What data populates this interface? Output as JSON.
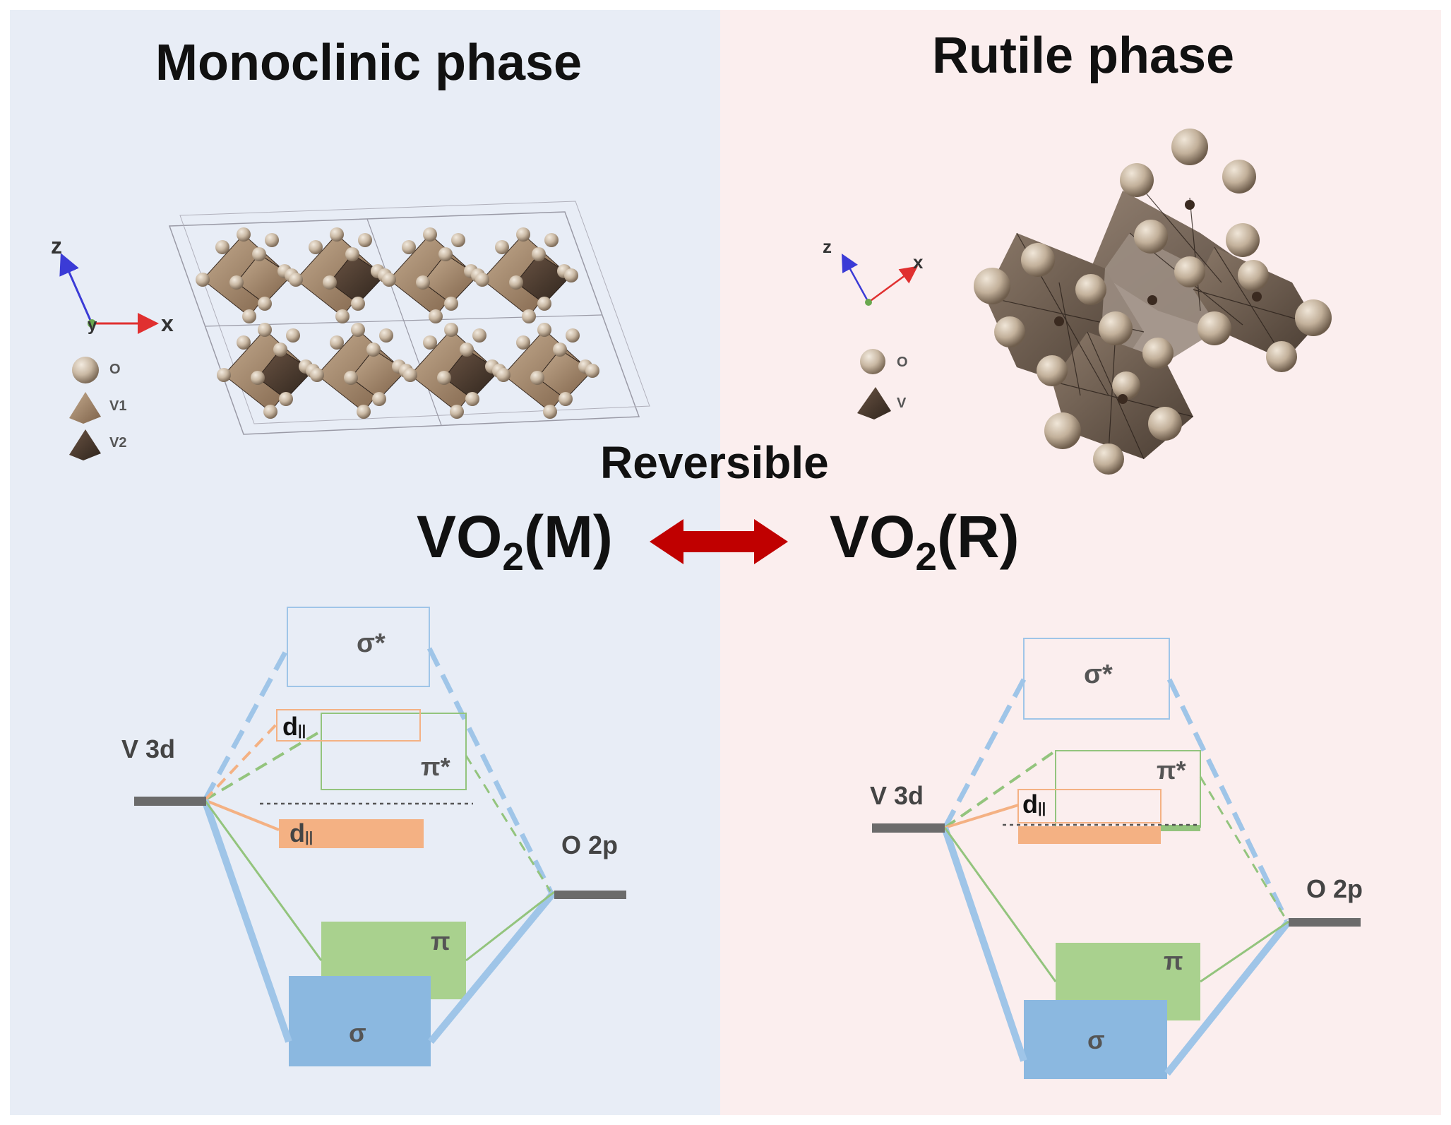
{
  "left": {
    "title": "Monoclinic phase",
    "formula_main": "VO",
    "formula_sub": "2",
    "formula_suffix": "(M)",
    "axes": {
      "z": "z",
      "x": "x",
      "y": "y"
    },
    "legend": [
      {
        "symbol": "sphere",
        "label": "O"
      },
      {
        "symbol": "tetra-light",
        "label": "V1"
      },
      {
        "symbol": "tetra-dark",
        "label": "V2"
      }
    ],
    "band": {
      "v3d": "V 3d",
      "o2p": "O 2p",
      "sigma_star": "σ*",
      "d_par_upper": "d",
      "d_par_upper_sub": "||",
      "pi_star": "π*",
      "d_par_lower": "d",
      "d_par_lower_sub": "||",
      "pi": "π",
      "sigma": "σ"
    }
  },
  "right": {
    "title": "Rutile phase",
    "formula_main": "VO",
    "formula_sub": "2",
    "formula_suffix": "(R)",
    "axes": {
      "z": "z",
      "x": "x"
    },
    "legend": [
      {
        "symbol": "sphere",
        "label": "O"
      },
      {
        "symbol": "tetra-dark",
        "label": "V"
      }
    ],
    "band": {
      "v3d": "V 3d",
      "o2p": "O 2p",
      "sigma_star": "σ*",
      "pi_star": "π*",
      "d_par": "d",
      "d_par_sub": "||",
      "pi": "π",
      "sigma": "σ"
    }
  },
  "center": {
    "label": "Reversible"
  },
  "colors": {
    "left_bg": "#e8edf6",
    "right_bg": "#fbeeee",
    "arrow": "#c00000",
    "blue": "#9fc5e8",
    "blue_fill": "#8bb8e0",
    "green": "#93c47d",
    "green_fill": "#a9d18e",
    "orange": "#f4b183",
    "orange_fill": "#f4b183",
    "level": "#6b6b6b",
    "atom": "#c9b8a3",
    "poly_light": "#9e8266",
    "poly_dark": "#4a3a2e"
  }
}
